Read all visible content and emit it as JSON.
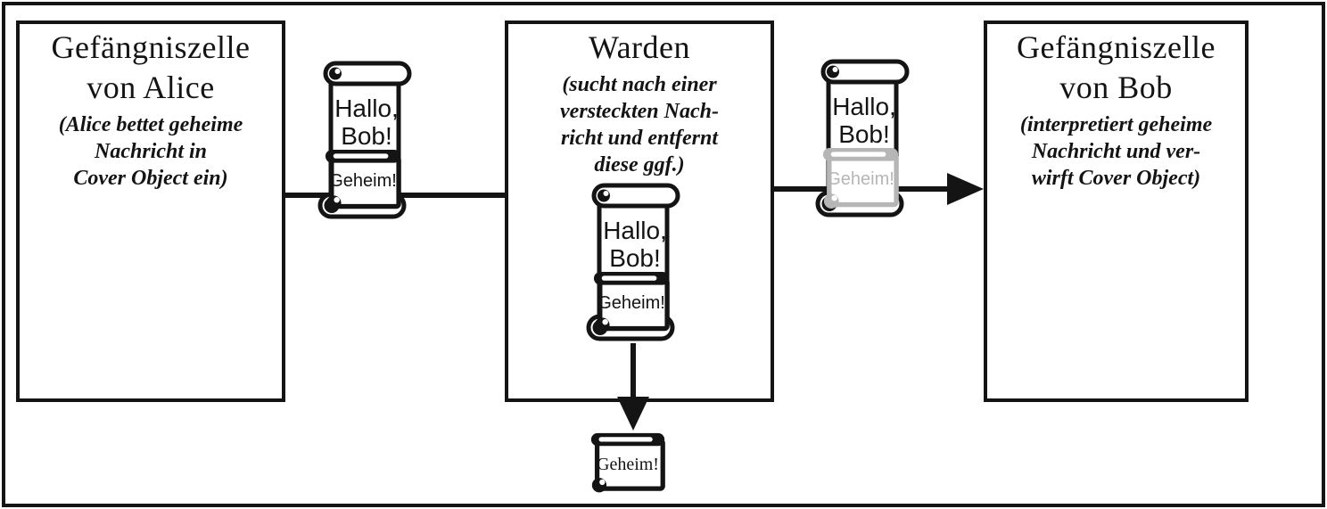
{
  "boxes": {
    "alice": {
      "title": "Gefängniszelle\nvon Alice",
      "subtitle": "(Alice bettet geheime\nNachricht in\nCover Object ein)"
    },
    "warden": {
      "title": "Warden",
      "subtitle": "(sucht nach einer\nversteckten Nach-\nricht und entfernt\ndiese ggf.)"
    },
    "bob": {
      "title": "Gefängniszelle\nvon Bob",
      "subtitle": "(interpretiert geheime\nNachricht und ver-\nwirft Cover Object)"
    }
  },
  "messages": {
    "cover": "Hallo,\nBob!",
    "secret": "Geheim!"
  },
  "colors": {
    "ink": "#141414",
    "removed_secret_gray": "#b6b6b6",
    "background": "#ffffff"
  }
}
